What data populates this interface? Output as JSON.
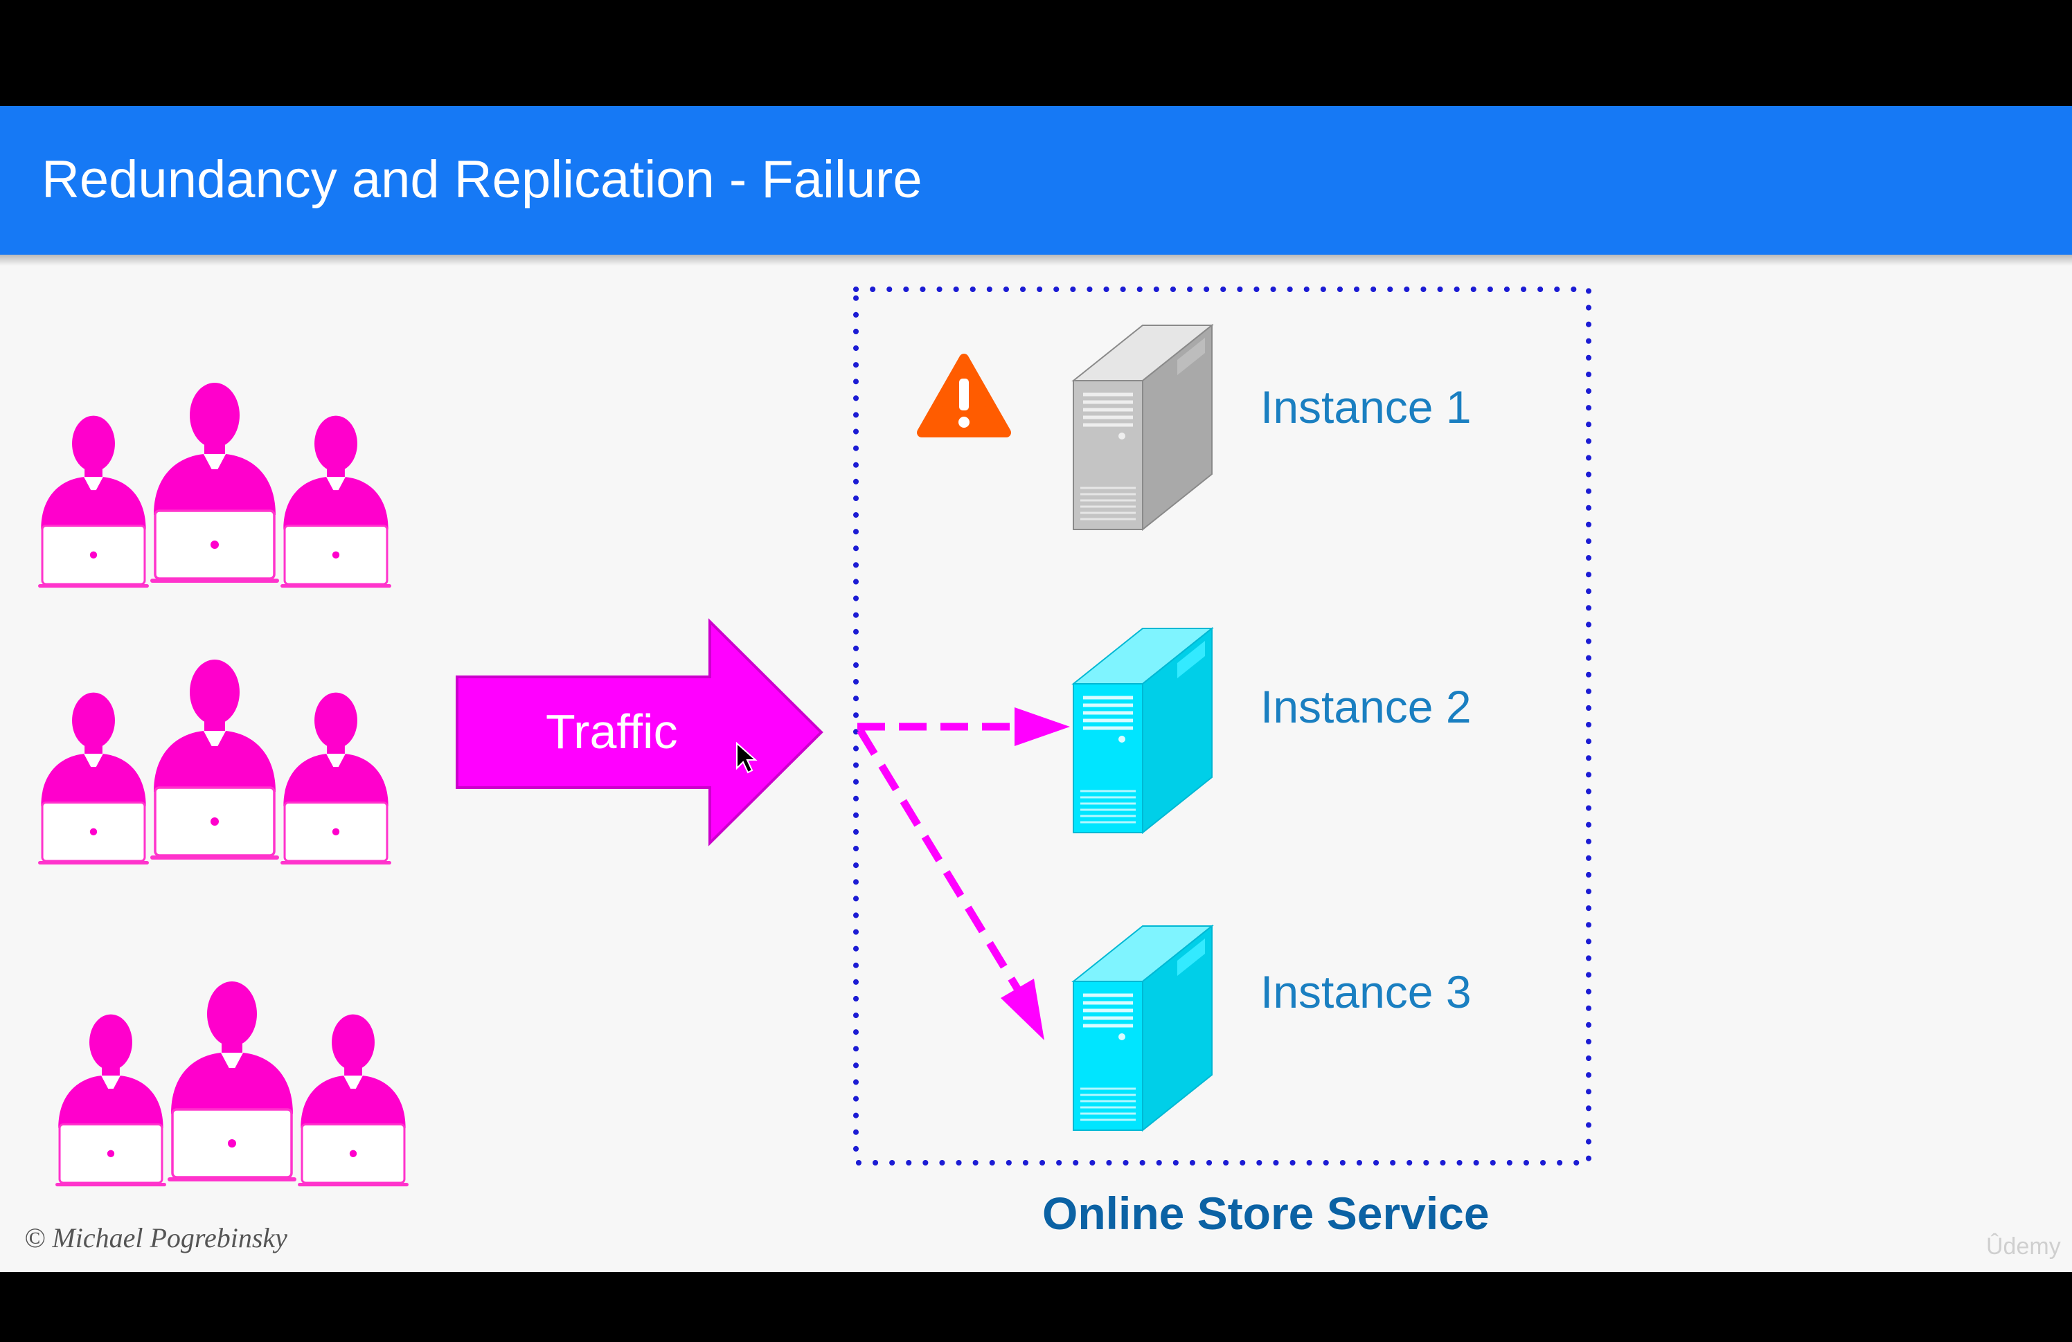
{
  "slide": {
    "title": "Redundancy and Replication - Failure",
    "traffic_label": "Traffic",
    "instances": [
      {
        "label": "Instance 1",
        "state": "failed"
      },
      {
        "label": "Instance 2",
        "state": "healthy"
      },
      {
        "label": "Instance 3",
        "state": "healthy"
      }
    ],
    "service_label": "Online Store Service",
    "copyright": "© Michael Pogrebinsky",
    "watermark": "Ûdemy"
  },
  "colors": {
    "header": "#1679f5",
    "background": "#f7f7f7",
    "users": "#ff00cc",
    "traffic": "#ff00ff",
    "healthy_server": "#00e5ff",
    "failed_server": "#bdbdbd",
    "warning": "#ff5c00",
    "boundary": "#1c1cd4",
    "label": "#1a7fc1"
  },
  "icons": [
    "user-group-icon",
    "laptop-icon",
    "warning-icon",
    "server-icon",
    "arrow-icon"
  ]
}
